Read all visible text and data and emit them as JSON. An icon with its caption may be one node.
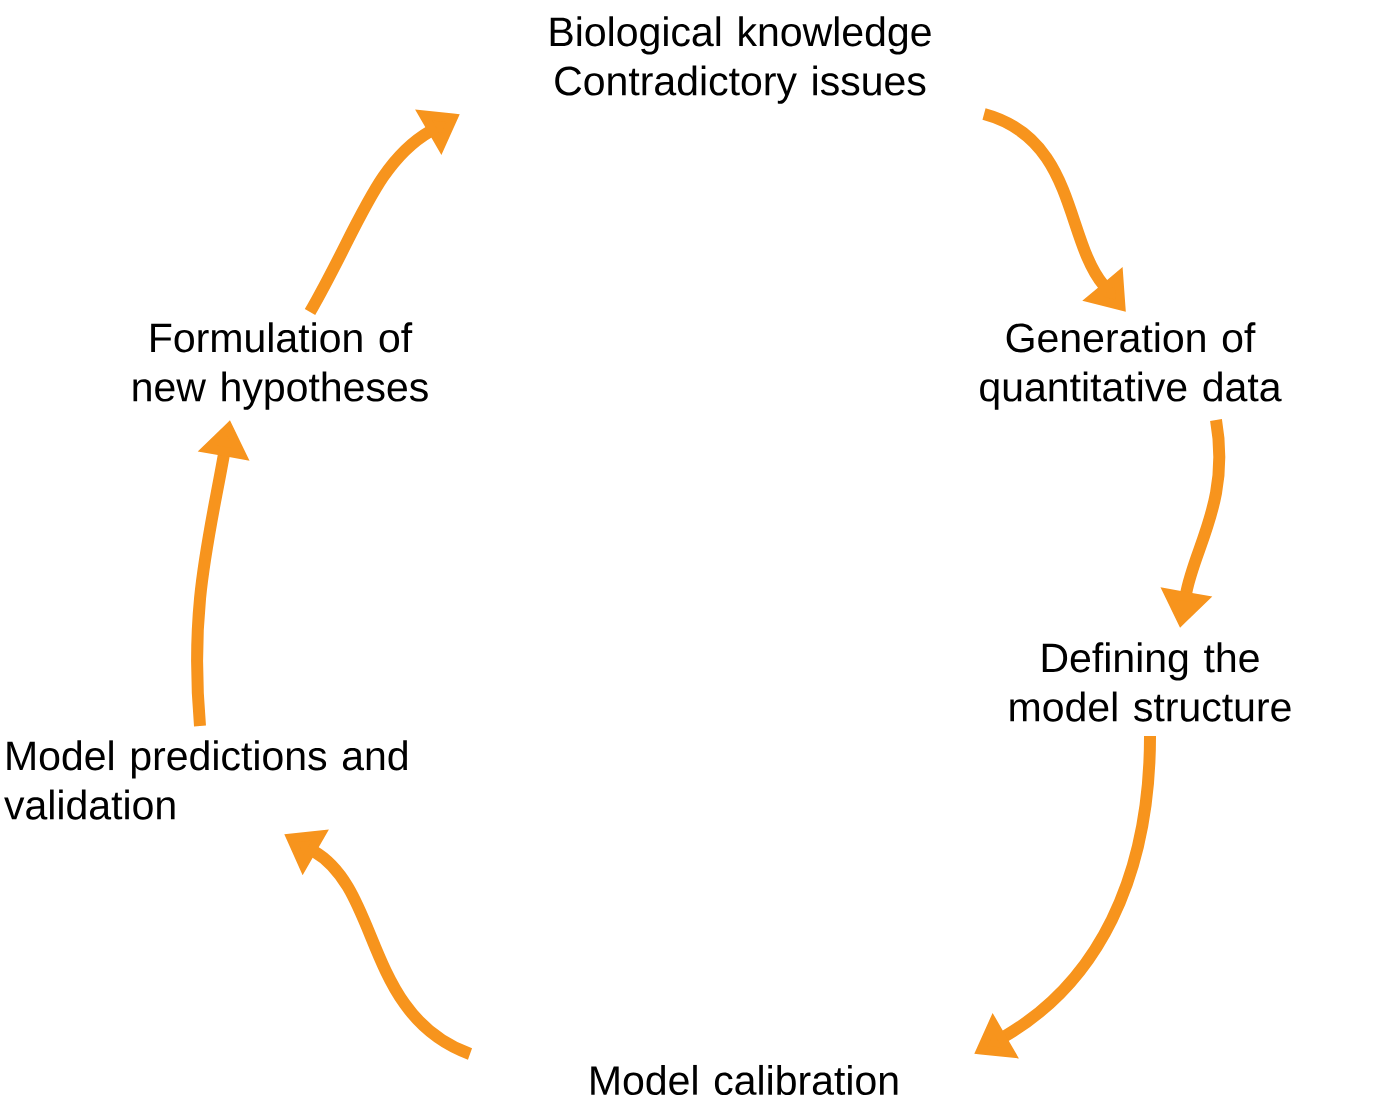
{
  "diagram": {
    "nodes": [
      {
        "text": [
          "Biological knowledge",
          "Contradictory issues"
        ]
      },
      {
        "text": [
          "Generation of quantitative data"
        ]
      },
      {
        "text": [
          "Defining the model structure"
        ]
      },
      {
        "text": [
          "Model calibration"
        ]
      },
      {
        "text": [
          "Model predictions and validation"
        ]
      },
      {
        "text": [
          "Formulation of new hypotheses"
        ]
      }
    ],
    "edges": [
      {
        "from": 0,
        "to": 1,
        "arrow": "to"
      },
      {
        "from": 1,
        "to": 2,
        "arrow": "to"
      },
      {
        "from": 2,
        "to": 3,
        "arrow": "to"
      },
      {
        "from": 3,
        "to": 4,
        "arrow": "to"
      },
      {
        "from": 4,
        "to": 5,
        "arrow": "to"
      },
      {
        "from": 5,
        "to": 0,
        "arrow": "to"
      }
    ]
  }
}
